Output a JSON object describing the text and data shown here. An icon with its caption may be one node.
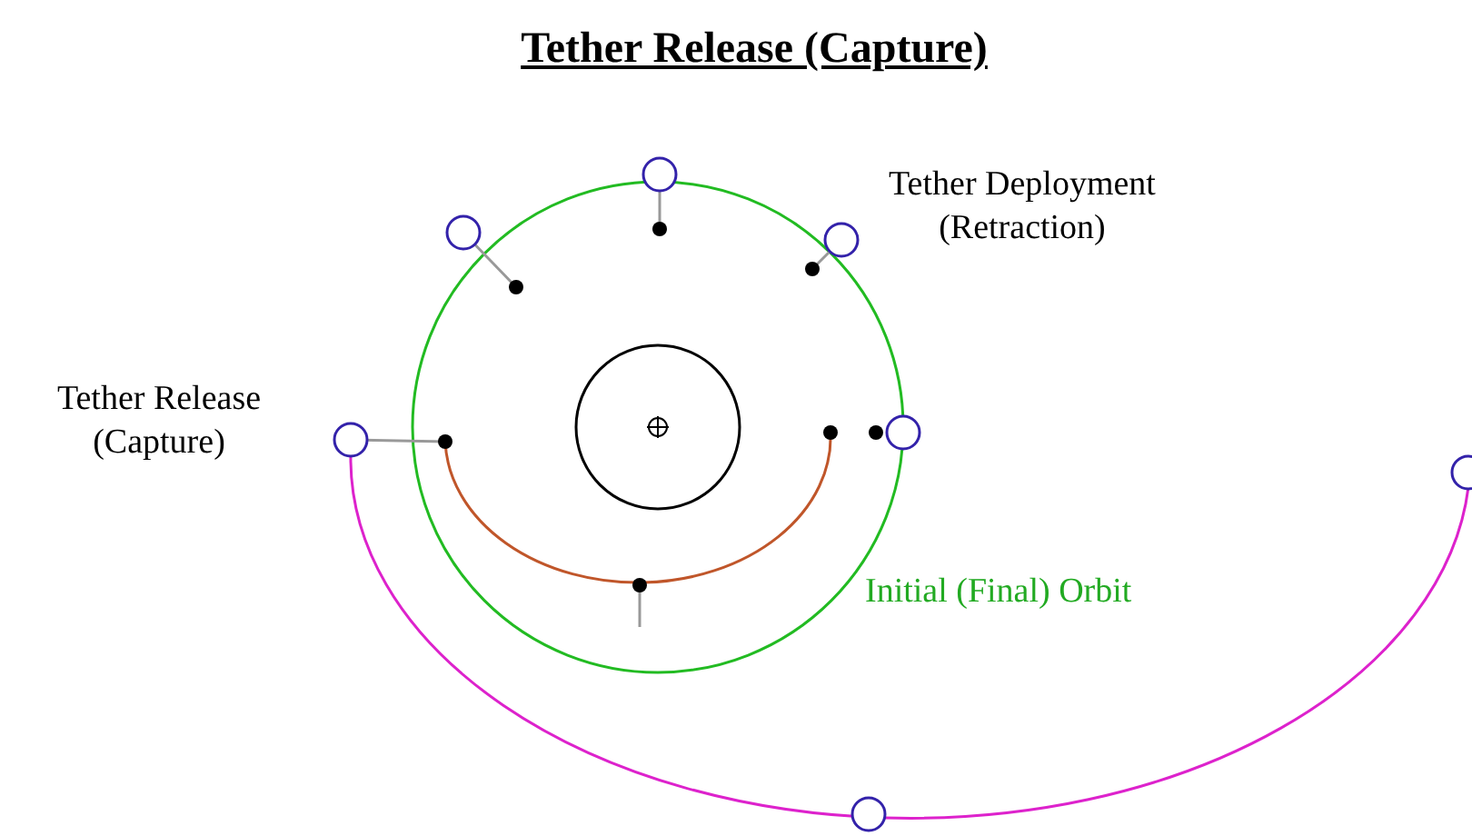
{
  "diagram": {
    "title": "Tether Release (Capture)",
    "labels": [
      "Tether Deployment (Retraction)",
      "Tether Release (Capture)",
      "Initial (Final) Orbit"
    ]
  }
}
